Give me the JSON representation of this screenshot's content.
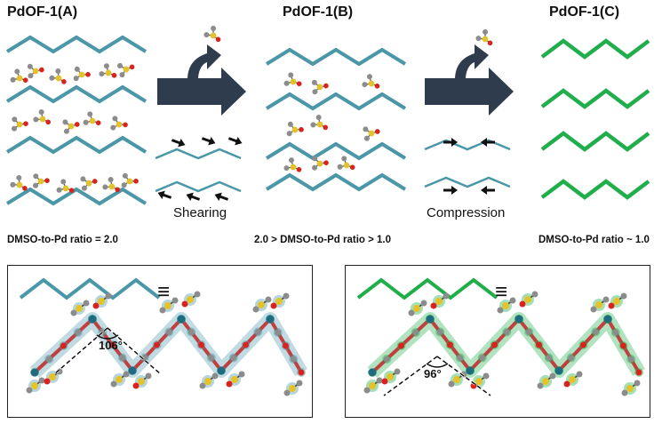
{
  "titles": {
    "a": "PdOF-1(A)",
    "b": "PdOF-1(B)",
    "c": "PdOF-1(C)"
  },
  "ratios": {
    "a": "DMSO-to-Pd ratio = 2.0",
    "b": "2.0 > DMSO-to-Pd ratio > 1.0",
    "c": "DMSO-to-Pd ratio ~ 1.0"
  },
  "processes": {
    "shearing": "Shearing",
    "compression": "Compression"
  },
  "equivalence_symbol": "≡",
  "angles": {
    "blue": "106°",
    "green": "96°"
  },
  "colors": {
    "blue_layer": "#4a97a8",
    "green_layer": "#1fae4a",
    "arrow": "#2e3c4e",
    "sulfur": "#e3c22b",
    "oxygen": "#d9231d",
    "carbon": "#8c8c8c",
    "palladium": "#1f6b80"
  },
  "icons": {
    "process_arrow": "curved-branch-arrow-icon",
    "dmso_molecule": "dmso-molecule-icon",
    "force_arrow": "force-arrow-icon"
  }
}
